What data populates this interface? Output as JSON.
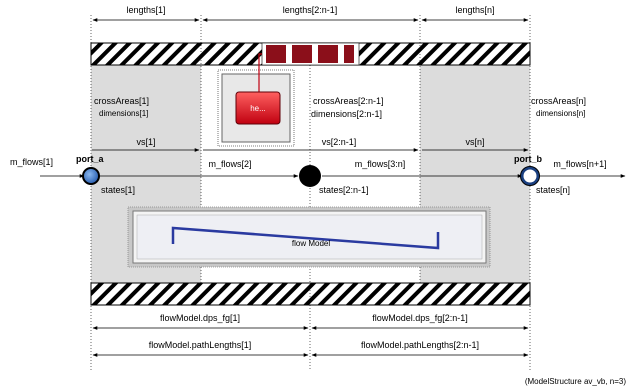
{
  "top_dims": {
    "first": "lengths[1]",
    "middle": "lengths[2:n-1]",
    "last": "lengths[n]"
  },
  "cross_areas": {
    "first": "crossAreas[1]",
    "first_dim": "dimensions[1]",
    "middle": "crossAreas[2:n-1]",
    "middle_dim": "dimensions[2:n-1]",
    "last": "crossAreas[n]",
    "last_dim": "dimensions[n]"
  },
  "velocities": {
    "first": "vs[1]",
    "middle": "vs[2:n-1]",
    "last": "vs[n]"
  },
  "flows": {
    "in": "m_flows[1]",
    "second": "m_flows[2]",
    "middle": "m_flows[3:n]",
    "out": "m_flows[n+1]"
  },
  "ports": {
    "a": "port_a",
    "b": "port_b"
  },
  "states": {
    "first": "states[1]",
    "middle": "states[2:n-1]",
    "last": "states[n]"
  },
  "heat_block": {
    "label": "he..."
  },
  "flow_model": {
    "label": "flow Model"
  },
  "bottom_dims": {
    "dps_first": "flowModel.dps_fg[1]",
    "dps_rest": "flowModel.dps_fg[2:n-1]",
    "path_first": "flowModel.pathLengths[1]",
    "path_rest": "flowModel.pathLengths[2:n-1]"
  },
  "footer": "(ModelStructure av_vb, n=3)",
  "colors": {
    "gray_fill": "#dcdcdc",
    "dark_red": "#8b0f1a",
    "red": "#e0101a",
    "port_blue": "#3a78c8",
    "flow_line": "#2a3aa0"
  }
}
